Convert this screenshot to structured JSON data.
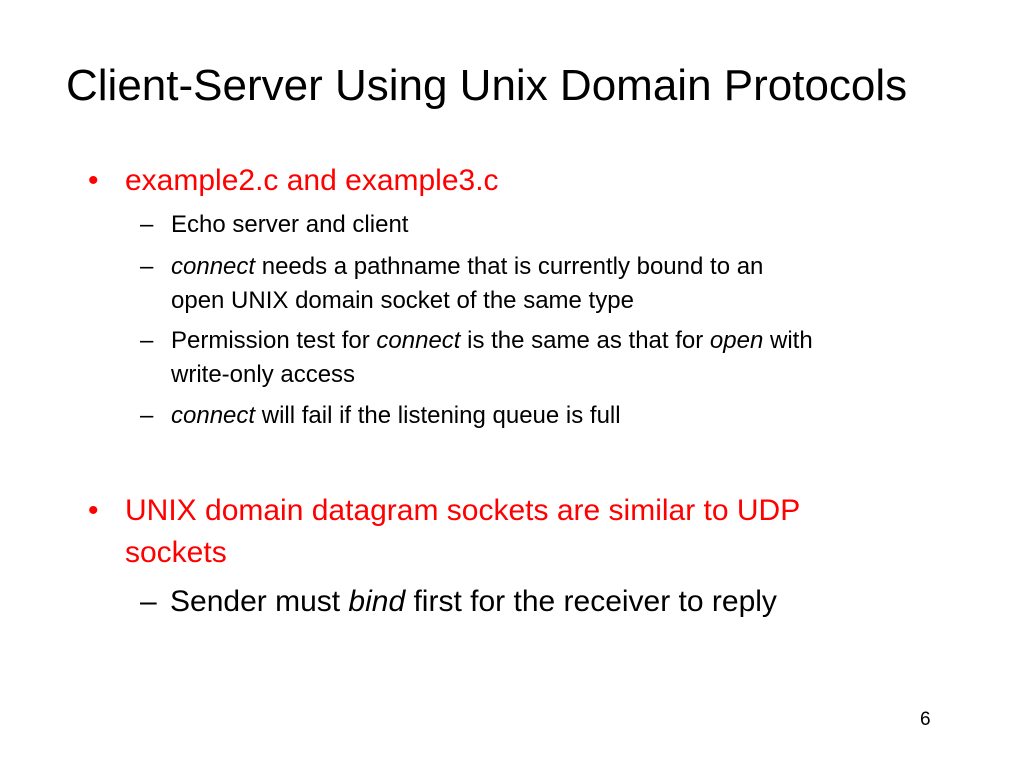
{
  "slide": {
    "title": "Client-Server Using Unix Domain Protocols",
    "page_number": "6",
    "bullet_glyph": "•",
    "sub_glyph": "–",
    "bullets": [
      {
        "text": "example2.c and example3.c",
        "color": "#ff0000",
        "subs": [
          {
            "line1_pre": "",
            "line1_italic": "",
            "line1_post": "Echo server and client",
            "line2": ""
          },
          {
            "line1_pre": "",
            "line1_italic": "connect",
            "line1_post": " needs a pathname that is currently bound to an",
            "line2": "open UNIX domain socket of the same type"
          },
          {
            "line1_pre": "Permission test for ",
            "line1_italic": "connect",
            "line1_mid": " is the same as that for ",
            "line1_italic2": "open",
            "line1_post": " with",
            "line2": "write-only access"
          },
          {
            "line1_pre": "",
            "line1_italic": "connect",
            "line1_post": " will fail if the listening queue is full",
            "line2": ""
          }
        ]
      },
      {
        "line1": "UNIX domain datagram sockets are similar to UDP",
        "line2": "sockets",
        "color": "#ff0000",
        "subs": [
          {
            "line1_pre": "Sender must ",
            "line1_italic": "bind",
            "line1_post": " first for the receiver to reply"
          }
        ]
      }
    ]
  }
}
